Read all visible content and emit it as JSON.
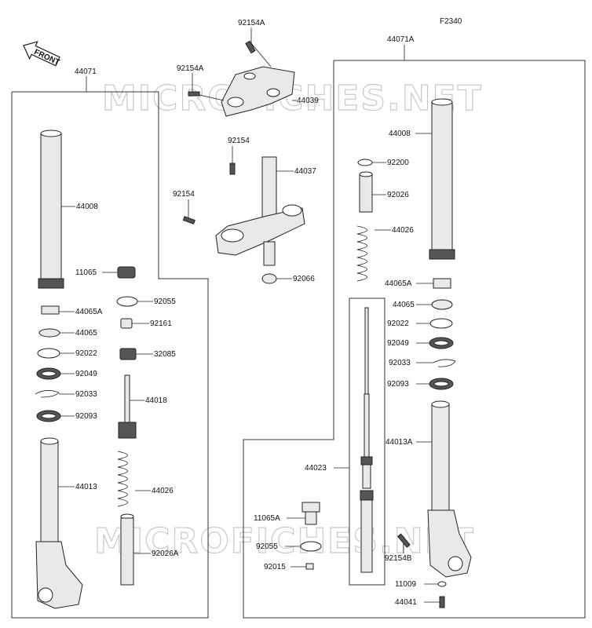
{
  "diagram": {
    "figure_code": "F2340",
    "front_label": "FRONT",
    "watermark": "MICROFICHES.NET",
    "labels": {
      "l_92154A_top": "92154A",
      "l_92154A_mid": "92154A",
      "l_44039": "44039",
      "l_92154_a": "92154",
      "l_44037": "44037",
      "l_92154_b": "92154",
      "l_92066": "92066",
      "l_44071": "44071",
      "l_44008_left": "44008",
      "l_11065": "11065",
      "l_44065A_left": "44065A",
      "l_44065_left": "44065",
      "l_92022_left": "92022",
      "l_92049_left": "92049",
      "l_92033_left": "92033",
      "l_92093_left": "92093",
      "l_44013": "44013",
      "l_92055_left": "92055",
      "l_92161": "92161",
      "l_32085": "32085",
      "l_44018": "44018",
      "l_44026_left": "44026",
      "l_92026A": "92026A",
      "l_44071A": "44071A",
      "l_44008_right": "44008",
      "l_92200": "92200",
      "l_92026": "92026",
      "l_44026_right": "44026",
      "l_44065A_right": "44065A",
      "l_44065_right": "44065",
      "l_92022_right": "92022",
      "l_92049_right": "92049",
      "l_92033_right": "92033",
      "l_92093_right": "92093",
      "l_44013A": "44013A",
      "l_44023": "44023",
      "l_11065A": "11065A",
      "l_92055_right": "92055",
      "l_92015": "92015",
      "l_92154B": "92154B",
      "l_11009": "11009",
      "l_44041": "44041"
    }
  }
}
